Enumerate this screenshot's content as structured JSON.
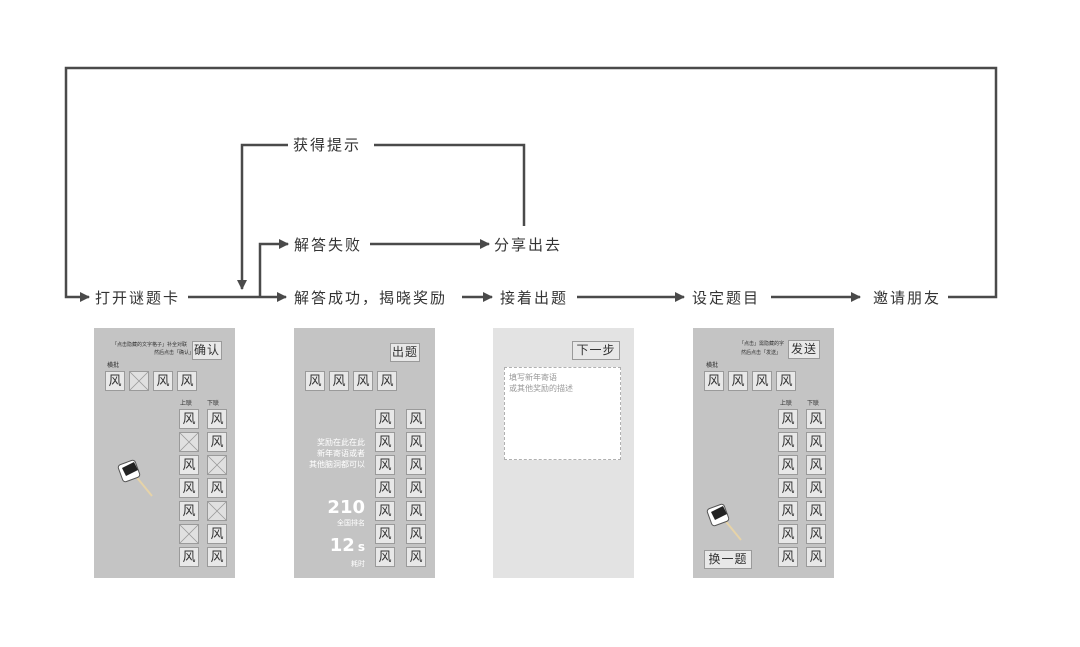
{
  "flow": {
    "open_card": "打开谜题卡",
    "solve_success": "解答成功，揭晓奖励",
    "solve_fail": "解答失败",
    "get_hint": "获得提示",
    "share": "分享出去",
    "next_question": "接着出题",
    "set_question": "设定题目",
    "invite_friends": "邀请朋友"
  },
  "screen1": {
    "instruction_line1": "「点击隐藏的文字格子」补全对联",
    "instruction_line2": "然后点击「确认」",
    "confirm_button": "确认",
    "horizontal_label": "横批",
    "horizontal_tiles": [
      "风",
      "",
      "风",
      "风"
    ],
    "upper_label": "上联",
    "lower_label": "下联",
    "upper_tiles": [
      "风",
      "",
      "风",
      "风",
      "风",
      "",
      "风"
    ],
    "lower_tiles": [
      "风",
      "风",
      "",
      "风",
      "",
      "风",
      "风"
    ]
  },
  "screen2": {
    "publish_button": "出题",
    "horizontal_tiles": [
      "风",
      "风",
      "风",
      "风"
    ],
    "reward_line1": "奖励在此在此",
    "reward_line2": "新年寄语或者",
    "reward_line3": "其他脑洞都可以",
    "rank_value": "210",
    "rank_label": "全国排名",
    "time_value": "12",
    "time_unit": "s",
    "time_label": "耗时",
    "upper_tiles": [
      "风",
      "风",
      "风",
      "风",
      "风",
      "风",
      "风"
    ],
    "lower_tiles": [
      "风",
      "风",
      "风",
      "风",
      "风",
      "风",
      "风"
    ]
  },
  "screen3": {
    "next_button": "下一步",
    "placeholder_line1": "填写新年寄语",
    "placeholder_line2": "或其他奖励的描述"
  },
  "screen4": {
    "instruction_line1": "「点击」需隐藏的字",
    "instruction_line2": "然后点击「发送」",
    "send_button": "发送",
    "horizontal_label": "横批",
    "horizontal_tiles": [
      "风",
      "风",
      "风",
      "风"
    ],
    "upper_label": "上联",
    "lower_label": "下联",
    "upper_tiles": [
      "风",
      "风",
      "风",
      "风",
      "风",
      "风",
      "风"
    ],
    "lower_tiles": [
      "风",
      "风",
      "风",
      "风",
      "风",
      "风",
      "风"
    ],
    "swap_button": "换一题"
  },
  "colors": {
    "line": "#4a4a4a",
    "screen_bg": "#c4c4c4",
    "screen_light_bg": "#e3e3e3",
    "tile_bg": "#e8e8e8"
  }
}
